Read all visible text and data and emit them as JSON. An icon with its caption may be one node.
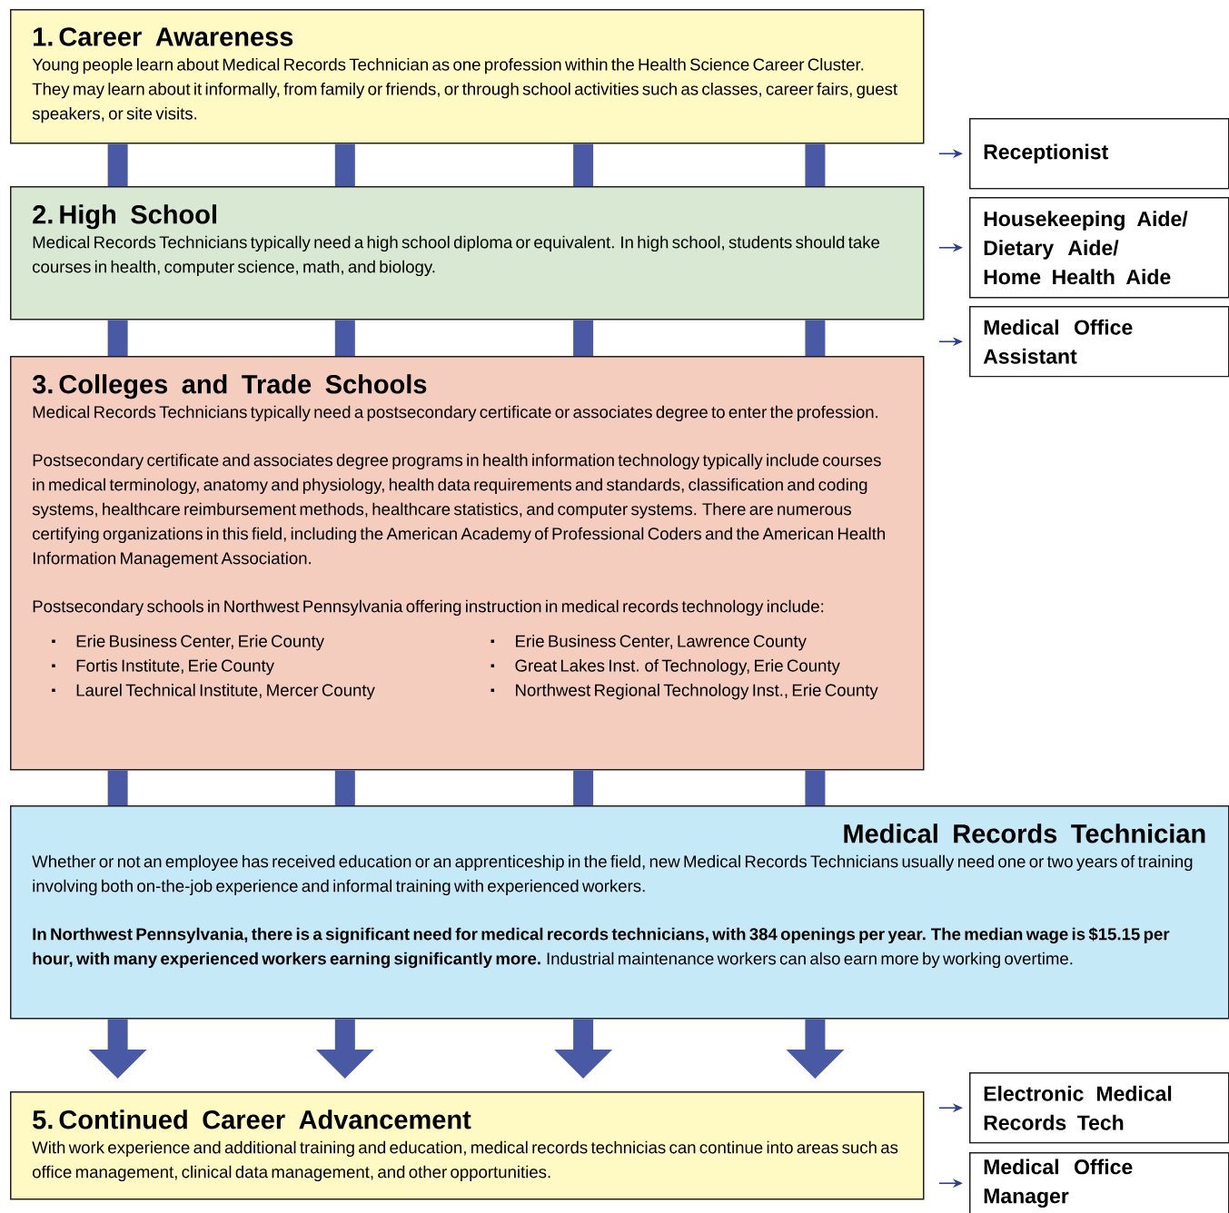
{
  "diagram": {
    "nodes": [
      {
        "text": [
          "1. Career Awareness",
          "Young people learn about Medical Records Technician as one profession within the Health Science Career Cluster. They may learn about it informally, from family or friends, or through school activities such as classes, career fairs, guest speakers, or site visits."
        ]
      },
      {
        "text": [
          "2. High School",
          "Medical Records Technicians typically need a high school diploma or equivalent. In high school, students should take courses in health, computer science, math, and biology."
        ]
      },
      {
        "text": [
          "3. Colleges and Trade Schools",
          "Medical Records Technicians typically need a postsecondary certificate or associates degree to enter the profession.",
          "Postsecondary certificate and associates degree programs in health information technology typically include courses in medical terminology, anatomy and physiology, health data requirements and standards, classification and coding systems, healthcare reimbursement methods, healthcare statistics, and computer systems. There are numerous certifying organizations in this field, including the American Academy of Professional Coders and the American Health Information Management Association.",
          "Postsecondary schools in Northwest Pennsylvania offering instruction in medical records technology include:",
          "Erie Business Center, Erie County",
          "Fortis Institute, Erie County",
          "Laurel Technical Institute, Mercer County",
          "Erie Business Center, Lawrence County",
          "Great Lakes Inst. of Technology, Erie County",
          "Northwest Regional Technology Inst., Erie County"
        ]
      },
      {
        "text": [
          "Medical Records Technician",
          "Whether or not an employee has received education or an apprenticeship in the field, new Medical Records Technicians usually need one or two years of training involving both on-the-job experience and informal training with experienced workers.",
          "**In Northwest Pennsylvania, there is a significant need for medical records technicians, with 384 openings per year. The median wage is $15.15 per hour, with many experienced workers earning significantly more.** Industrial maintenance workers can also earn more by working overtime."
        ]
      },
      {
        "text": [
          "5. Continued Career Advancement",
          "With work experience and additional training and education, medical records technicias can continue into areas such as office management, clinical data management, and other opportunities."
        ]
      },
      {
        "text": [
          "Receptionist"
        ]
      },
      {
        "text": [
          "Housekeeping Aide/ Dietary Aide/ Home Health Aide"
        ]
      },
      {
        "text": [
          "Medical Office Assistant"
        ]
      },
      {
        "text": [
          "Electronic Medical Records Tech"
        ]
      },
      {
        "text": [
          "Medical Office Manager"
        ]
      }
    ],
    "edges": [
      {
        "from": 0,
        "to": 1,
        "arrow": "none"
      },
      {
        "from": 0,
        "to": 1,
        "arrow": "none"
      },
      {
        "from": 0,
        "to": 1,
        "arrow": "none"
      },
      {
        "from": 0,
        "to": 1,
        "arrow": "none"
      },
      {
        "from": 1,
        "to": 2,
        "arrow": "none"
      },
      {
        "from": 1,
        "to": 2,
        "arrow": "none"
      },
      {
        "from": 1,
        "to": 2,
        "arrow": "none"
      },
      {
        "from": 1,
        "to": 2,
        "arrow": "none"
      },
      {
        "from": 2,
        "to": 3,
        "arrow": "none"
      },
      {
        "from": 2,
        "to": 3,
        "arrow": "none"
      },
      {
        "from": 2,
        "to": 3,
        "arrow": "none"
      },
      {
        "from": 2,
        "to": 3,
        "arrow": "none"
      },
      {
        "from": 3,
        "to": 4,
        "arrow": "to"
      },
      {
        "from": 3,
        "to": 4,
        "arrow": "to"
      },
      {
        "from": 3,
        "to": 4,
        "arrow": "to"
      },
      {
        "from": 3,
        "to": 4,
        "arrow": "to"
      },
      {
        "from": null,
        "to": 5,
        "arrow": "to"
      },
      {
        "from": null,
        "to": 6,
        "arrow": "to"
      },
      {
        "from": null,
        "to": 7,
        "arrow": "to"
      },
      {
        "from": null,
        "to": 8,
        "arrow": "to"
      },
      {
        "from": null,
        "to": 9,
        "arrow": "to"
      }
    ]
  }
}
